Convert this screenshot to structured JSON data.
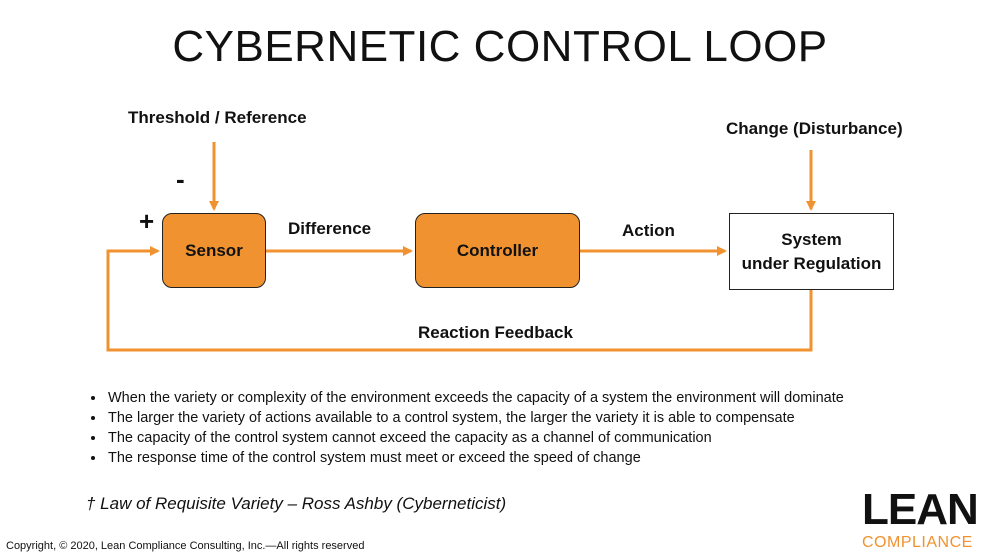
{
  "title": "CYBERNETIC CONTROL LOOP",
  "labels": {
    "threshold": "Threshold / Reference",
    "disturbance": "Change (Disturbance)",
    "minus": "-",
    "plus": "+",
    "difference": "Difference",
    "action": "Action",
    "feedback": "Reaction Feedback"
  },
  "blocks": {
    "sensor": "Sensor",
    "controller": "Controller",
    "system_line1": "System",
    "system_line2": "under Regulation"
  },
  "bullets": [
    "When the variety or complexity of the environment exceeds the capacity of a system the environment will dominate",
    "The larger the variety of actions available to a control system, the larger the variety it is able to compensate",
    "The capacity of the control system cannot exceed the capacity as a channel of communication",
    "The response time of the control system must meet or exceed the speed of change"
  ],
  "note": "† Law of Requisite Variety – Ross Ashby (Cyberneticist)",
  "copyright": "Copyright, © 2020, Lean Compliance Consulting, Inc.—All rights reserved",
  "logo": {
    "top": "LEAN",
    "bottom": "COMPLIANCE"
  },
  "colors": {
    "accent": "#F0922F",
    "text": "#111111"
  }
}
